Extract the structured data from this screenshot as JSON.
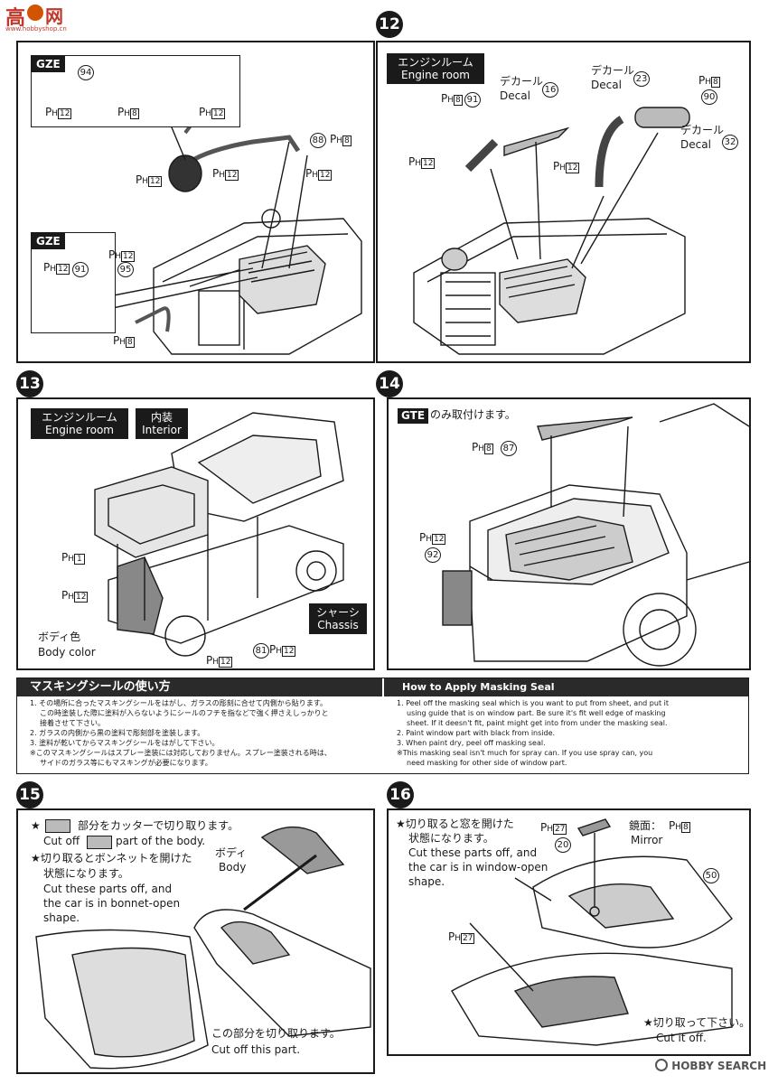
{
  "watermark_top": {
    "glyph": "高",
    "glyph2": "网",
    "url": "www.hobbyshop.cn"
  },
  "watermark_bottom": {
    "text": "HOBBY SEARCH"
  },
  "step_top_left": {
    "gze_label": "GZE",
    "part_94": "94",
    "part_ph8_a": "P",
    "part_88": "88",
    "part_95": "95",
    "part_91": "91"
  },
  "steps": {
    "s12": {
      "num": "12",
      "jp": "エンジンルーム",
      "en": "Engine room",
      "decal_jp": "デカール",
      "decal_en": "Decal",
      "parts": {
        "p91": "91",
        "p16": "16",
        "p23": "23",
        "p90": "90",
        "p32": "32"
      }
    },
    "s13": {
      "num": "13",
      "room_jp": "エンジンルーム",
      "room_en": "Engine room",
      "interior_jp": "内装",
      "interior_en": "Interior",
      "chassis_jp": "シャーシ",
      "chassis_en": "Chassis",
      "body_jp": "ボディ色",
      "body_en": "Body color",
      "p81": "81"
    },
    "s14": {
      "num": "14",
      "gte": "GTE",
      "gte_text": "のみ取付けます。",
      "p87": "87",
      "p92": "92"
    },
    "s15": {
      "num": "15",
      "line1_jp_a": "★",
      "line1_jp_b": "部分をカッターで切り取ります。",
      "line1_en_a": "Cut off",
      "line1_en_b": "part of the body.",
      "line2_jp": "★切り取るとボンネットを開けた",
      "line2_jp2": "状態になります。",
      "line2_en1": "Cut these parts off, and",
      "line2_en2": "the car is in bonnet-open",
      "line2_en3": "shape.",
      "body_jp": "ボディ",
      "body_en": "Body",
      "cut_jp": "この部分を切り取ります。",
      "cut_en": "Cut off this part."
    },
    "s16": {
      "num": "16",
      "l1": "★切り取ると窓を開けた",
      "l2": "状態になります。",
      "l3": "Cut these parts off, and",
      "l4": "the car is in window-open",
      "l5": "shape.",
      "p20": "20",
      "p50": "50",
      "mirror_jp": "鏡面：",
      "mirror_en": "Mirror",
      "cut_jp": "★切り取って下さい。",
      "cut_en": "Cut it off."
    }
  },
  "ph": {
    "p": "P",
    "h": "H",
    "n1": "1",
    "n8": "8",
    "n12": "12",
    "n27": "27"
  },
  "masking": {
    "title_jp": "マスキングシールの使い方",
    "title_en": "How to Apply Masking Seal",
    "jp": [
      "1. その場所に合ったマスキングシールをはがし、ガラスの彫刻に合せて内側から貼ります。",
      "この時塗装した際に塗料が入らないようにシールのフチを指などで強く押さえしっかりと",
      "接着させて下さい。",
      "2. ガラスの内側から黒の塗料で彫刻部を塗装します。",
      "3. 塗料が乾いてからマスキングシールをはがして下さい。",
      "※このマスキングシールはスプレー塗装には対応しておりません。スプレー塗装される時は、",
      "サイドのガラス等にもマスキングが必要になります。"
    ],
    "en": [
      "1. Peel off the masking seal which is you want to put from sheet, and put it",
      "using guide that is on window part. Be sure it's fit well edge of masking",
      "sheet. If it deesn't fit, paint might get into from under the masking seal.",
      "2. Paint window part with black from inside.",
      "3. When paint dry, peel off masking seal.",
      "※This masking seal isn't much for spray can. If you use spray can, you",
      "need masking for other side of window part."
    ]
  }
}
